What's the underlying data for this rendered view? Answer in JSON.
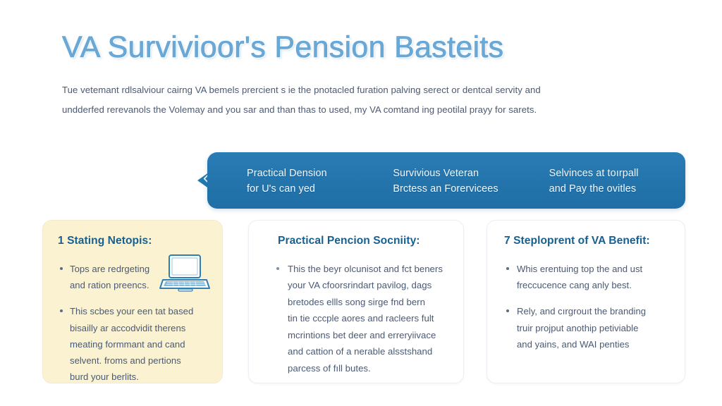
{
  "header": {
    "title": "VA Survivioor's Pension Basteits",
    "subtitle_lines": [
      "Tue vetemant rdlsalviour cairng VA bemels prercient s ie the pnotacled furation palving serect or dentcal servity and",
      "undderfed rerevanols the Volemay and you sar and than thas to used, my VA comtand ing peotilal prayy for sarets."
    ]
  },
  "tabbar": {
    "back_icon": "chevron-left-icon",
    "tabs": [
      {
        "line1": "Practical Dension",
        "line2": "for U's can yed"
      },
      {
        "line1": "Survivious Veteran",
        "line2": "Brctess an Forervicees"
      },
      {
        "line1": "Selvinces at toırpall",
        "line2": "and Pay the ovitles"
      }
    ]
  },
  "cards": [
    {
      "heading": "1 Stating Netopis:",
      "icon": "laptop-icon",
      "bullets": [
        [
          "Tops are redrgeting",
          "and ration preencs."
        ],
        [
          "This scbes your een tat based",
          "bisailly ar accodvidit therens",
          "meating formmant and cand",
          "selvent. froms and pertions",
          "burd your berlits."
        ]
      ]
    },
    {
      "heading": "Practical Pencion Socniity:",
      "bullets": [
        [
          "This the beyr olcunisot and fct beners",
          "your VA cfoorsrindart pavilog, dags",
          "bretodes ellls song sirge fnd bern",
          "tin tie cccple aores and racleers fult",
          "mcrintions bet deer and erreryiivace",
          "and cattion of a nerable alsstshand",
          "parcess of fıll butes."
        ]
      ]
    },
    {
      "heading": "7 Steploprent of VA Benefit:",
      "bullets": [
        [
          "Whis erentuing top the and ust",
          "freccucence cang anly best."
        ],
        [
          "Rely, and cırgrouıt the branding",
          "truir projput anothip petiviable",
          "and yains, and WAI penties"
        ]
      ]
    }
  ],
  "colors": {
    "page_background": "#ffffff",
    "title_blue": "#6aa8d6",
    "tabbar_blue": "#2478b0",
    "heading_blue": "#17608f",
    "body_text": "#4a5a74",
    "card_one_background": "#fbf2d2",
    "card_border": "#eceff3"
  }
}
